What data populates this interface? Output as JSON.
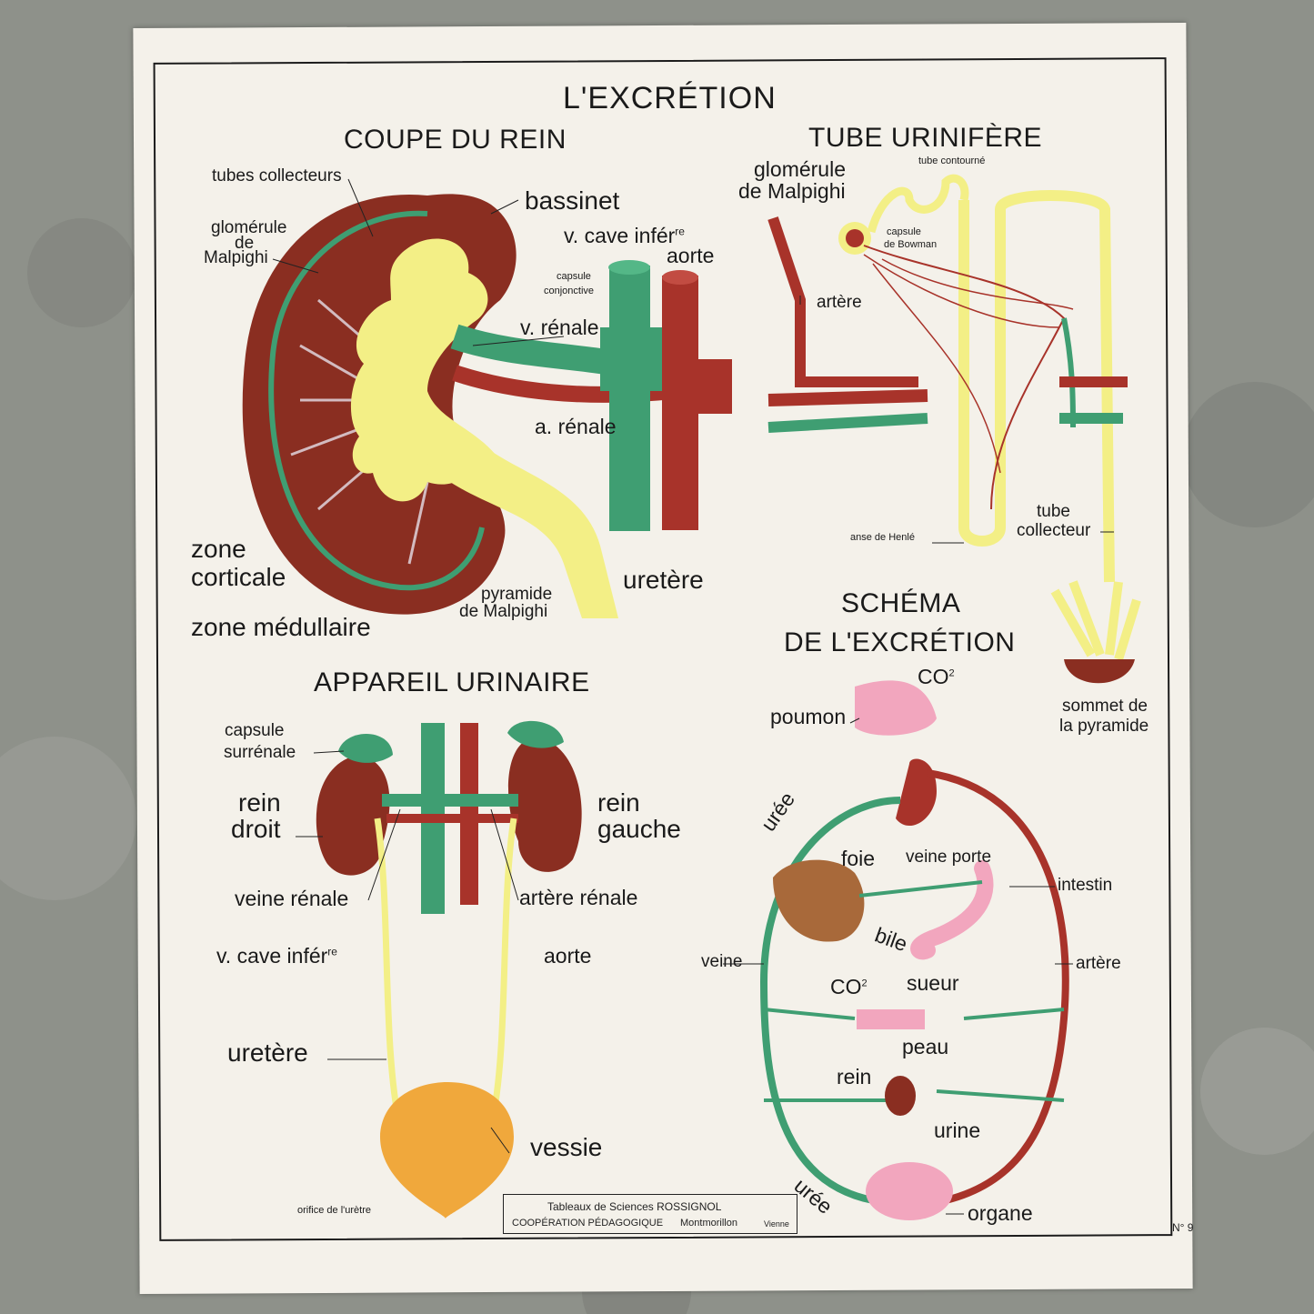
{
  "title": "L'EXCRÉTION",
  "sections": {
    "coupe": "COUPE DU REIN",
    "tube": "TUBE URINIFÈRE",
    "appareil": "APPAREIL URINAIRE",
    "schema_line1": "SCHÉMA",
    "schema_line2": "DE L'EXCRÉTION"
  },
  "coupe_labels": {
    "tubes_collecteurs": "tubes collecteurs",
    "bassinet": "bassinet",
    "glomerule1": "glomérule",
    "glomerule2": "de",
    "glomerule3": "Malpighi",
    "v_cave": "v. cave infér",
    "v_cave_sup": "re",
    "aorte": "aorte",
    "capsule1": "capsule",
    "capsule2": "conjonctive",
    "v_renale": "v. rénale",
    "a_renale": "a. rénale",
    "zone_corticale1": "zone",
    "zone_corticale2": "corticale",
    "zone_medullaire": "zone médullaire",
    "pyramide1": "pyramide",
    "pyramide2": "de Malpighi",
    "uretere": "uretère"
  },
  "tube_labels": {
    "glomerule1": "glomérule",
    "glomerule2": "de Malpighi",
    "tube_contourne": "tube contourné",
    "capsule1": "capsule",
    "capsule2": "de Bowman",
    "artere": "artère",
    "anse": "anse de Henlé",
    "tube_collecteur1": "tube",
    "tube_collecteur2": "collecteur",
    "sommet1": "sommet de",
    "sommet2": "la pyramide"
  },
  "appareil_labels": {
    "capsule1": "capsule",
    "capsule2": "surrénale",
    "rein_droit1": "rein",
    "rein_droit2": "droit",
    "rein_gauche1": "rein",
    "rein_gauche2": "gauche",
    "veine_renale": "veine rénale",
    "artere_renale": "artère rénale",
    "v_cave": "v. cave infér",
    "v_cave_sup": "re",
    "aorte": "aorte",
    "uretere": "uretère",
    "vessie": "vessie",
    "orifice": "orifice de l'urètre"
  },
  "schema_labels": {
    "co2_top": "CO",
    "co2_sub": "2",
    "poumon": "poumon",
    "uree1": "urée",
    "foie": "foie",
    "veine_porte": "veine porte",
    "intestin": "intestin",
    "bile": "bile",
    "veine": "veine",
    "artere": "artère",
    "co2_mid": "CO",
    "sueur": "sueur",
    "peau": "peau",
    "rein": "rein",
    "urine": "urine",
    "uree2": "urée",
    "organe": "organe"
  },
  "credits": {
    "line1": "Tableaux de Sciences ROSSIGNOL",
    "line2a": "COOPÉRATION PÉDAGOGIQUE",
    "line2b": "Montmorillon",
    "line2c": "Vienne",
    "number": "N° 9"
  },
  "colors": {
    "poster": "#f4f1ea",
    "kidney": "#8b2f22",
    "vein_green": "#3f9e72",
    "artery_red": "#a8332a",
    "urine_yellow": "#f3ef86",
    "bladder": "#f0a83c",
    "liver": "#a8693a",
    "pink": "#f2a6be"
  }
}
